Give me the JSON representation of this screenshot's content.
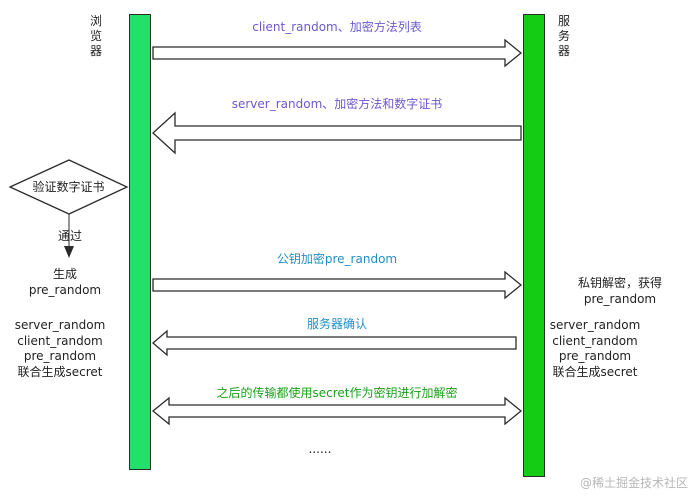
{
  "browser_label": [
    "浏",
    "览",
    "器"
  ],
  "server_label": [
    "服",
    "务",
    "器"
  ],
  "colors": {
    "browser_pillar": "#22e06a",
    "server_pillar": "#14cc14",
    "msg_purple": "#6a5acd",
    "msg_blue": "#1f8fc4",
    "msg_green": "#1a9e1a"
  },
  "messages": [
    {
      "text": "client_random、加密方法列表",
      "color": "#6a5acd"
    },
    {
      "text": "server_random、加密方法和数字证书",
      "color": "#6a5acd"
    },
    {
      "text": "公钥加密pre_random",
      "color": "#1f8fc4"
    },
    {
      "text": "服务器确认",
      "color": "#1f8fc4"
    },
    {
      "text": "之后的传输都使用secret作为密钥进行加解密",
      "color": "#1a9e1a"
    }
  ],
  "decision": {
    "label": "验证数字证书",
    "pass_label": "通过"
  },
  "browser_notes": {
    "generate": [
      "生成",
      "pre_random"
    ],
    "combine": [
      "server_random",
      "client_random",
      "pre_random",
      "联合生成secret"
    ]
  },
  "server_notes": {
    "decrypt": [
      "私钥解密，获得",
      "pre_random"
    ],
    "combine": [
      "server_random",
      "client_random",
      "pre_random",
      "联合生成secret"
    ]
  },
  "ellipsis": "......",
  "watermark": "@稀土掘金技术社区"
}
